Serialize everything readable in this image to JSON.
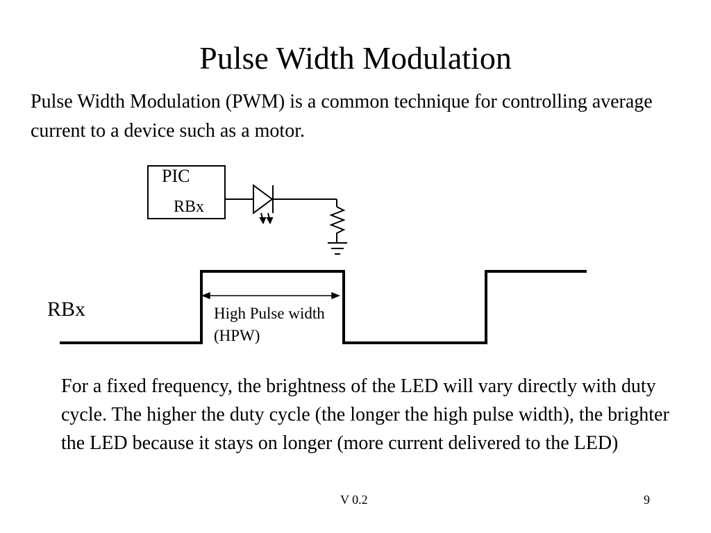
{
  "slide": {
    "title": "Pulse Width Modulation",
    "intro": "Pulse Width Modulation (PWM) is a common technique for controlling average current to a device such as a motor.",
    "circuit": {
      "pic_label": "PIC",
      "pin_label": "RBx"
    },
    "waveform": {
      "signal_label": "RBx",
      "hpw_label": "High Pulse width (HPW)"
    },
    "body": "For a fixed frequency, the brightness of the LED will vary directly with duty cycle.  The higher the duty cycle (the longer the high pulse width), the brighter the LED because it stays on longer (more current delivered to the LED)",
    "footer": {
      "version": "V 0.2",
      "page": "9"
    }
  }
}
